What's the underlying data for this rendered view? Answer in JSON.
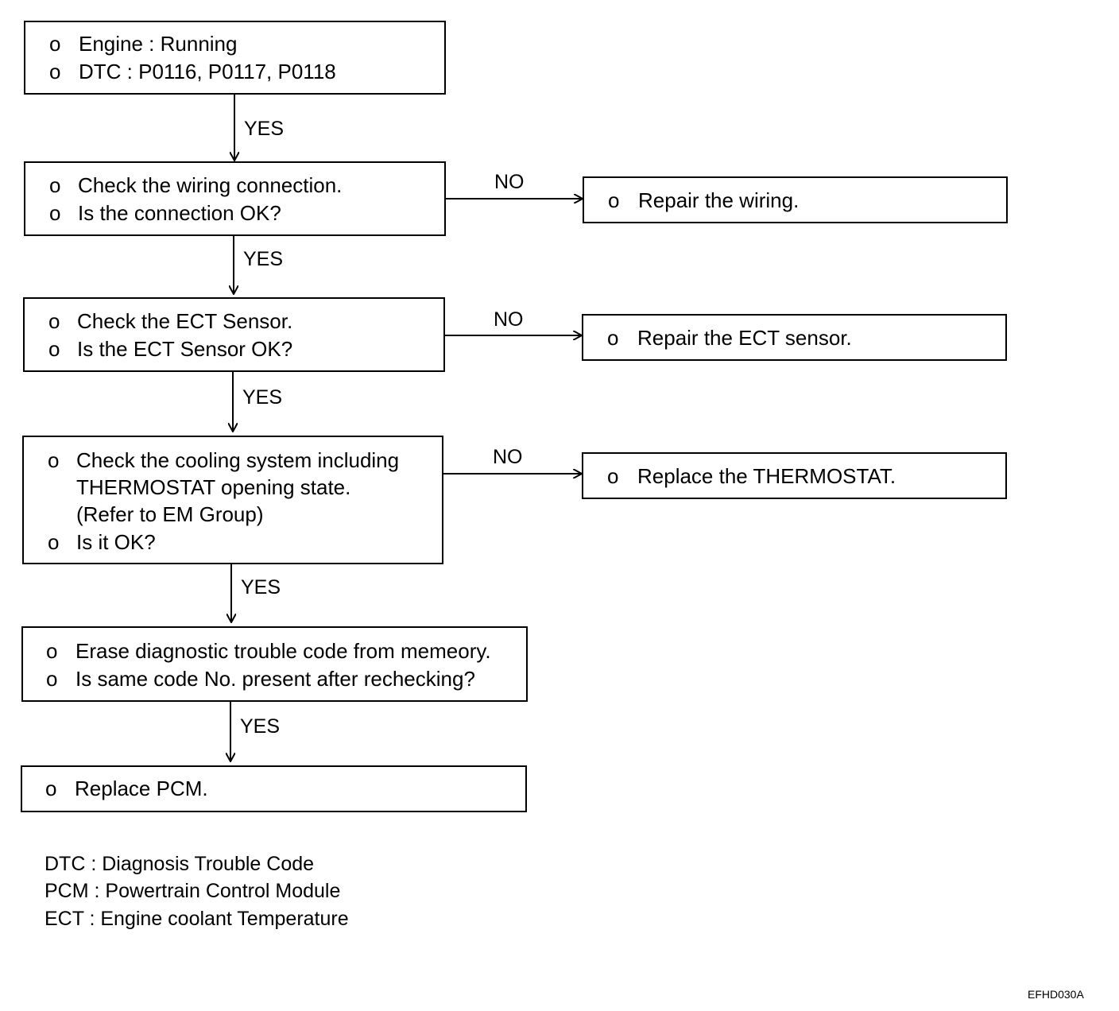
{
  "steps": [
    {
      "bullets": [
        "o",
        "o"
      ],
      "lines": [
        "Engine : Running",
        "DTC : P0116, P0117, P0118"
      ]
    },
    {
      "bullets": [
        "o",
        "o"
      ],
      "lines": [
        "Check the wiring connection.",
        "Is the connection OK?"
      ]
    },
    {
      "bullets": [
        "o",
        "o"
      ],
      "lines": [
        "Check the ECT Sensor.",
        "Is the ECT Sensor OK?"
      ]
    },
    {
      "bullets": [
        "o",
        "",
        "",
        "o"
      ],
      "lines": [
        "Check the cooling system including",
        "THERMOSTAT opening state.",
        "(Refer to EM Group)",
        "Is it OK?"
      ]
    },
    {
      "bullets": [
        "o",
        "o"
      ],
      "lines": [
        "Erase diagnostic trouble code from memeory.",
        "Is same code No. present after rechecking?"
      ]
    },
    {
      "bullets": [
        "o"
      ],
      "lines": [
        "Replace PCM."
      ]
    }
  ],
  "no_actions": [
    {
      "bullet": "o",
      "text": "Repair the wiring."
    },
    {
      "bullet": "o",
      "text": "Repair the ECT sensor."
    },
    {
      "bullet": "o",
      "text": "Replace the THERMOSTAT."
    }
  ],
  "yes_labels": [
    "YES",
    "YES",
    "YES",
    "YES",
    "YES"
  ],
  "no_labels": [
    "NO",
    "NO",
    "NO"
  ],
  "legend": [
    "DTC : Diagnosis Trouble Code",
    "PCM : Powertrain Control Module",
    "ECT : Engine coolant Temperature"
  ],
  "figure_code": "EFHD030A"
}
